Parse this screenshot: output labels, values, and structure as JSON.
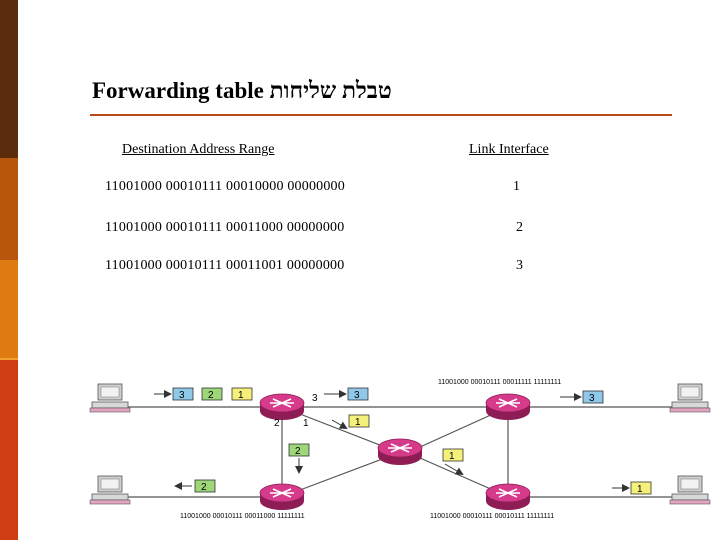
{
  "sidebar_colors": [
    "#5c2d0c",
    "#b8560e",
    "#e07a12",
    "#f0a22e",
    "#cf3d14"
  ],
  "slide": {
    "title": "Forwarding table טבלת שליחות",
    "accent": "#b94a1a"
  },
  "table": {
    "headers": {
      "destination": "Destination Address Range",
      "link": "Link Interface"
    },
    "rows": [
      {
        "address": "11001000 00010111 00010000 00000000",
        "link": "1"
      },
      {
        "address": "11001000 00010111 00011000 00000000",
        "link": "2"
      },
      {
        "address": "11001000 00010111 00011001 00000000",
        "link": "3"
      }
    ]
  },
  "diagram": {
    "top_right_address": "11001000 00010111 00011111 11111111",
    "bottom_left_address": "11001000 00010111 00011000 11111111",
    "bottom_right_address": "11001000 00010111 00010111 11111111",
    "port_labels": [
      "3",
      "2",
      "1"
    ],
    "packets": {
      "left_queue": [
        "3",
        "2",
        "1"
      ],
      "after_router_top": "3",
      "right_far": "3",
      "to_center": "1",
      "down": "2",
      "center_to_br": "1",
      "bottom_left": "2",
      "bottom_right": "1"
    },
    "colors": {
      "router": "#d63a8a",
      "packet_blue": "#8fc8e8",
      "packet_green": "#9ed67a",
      "packet_yellow": "#f5f07a",
      "link": "#555555"
    }
  }
}
